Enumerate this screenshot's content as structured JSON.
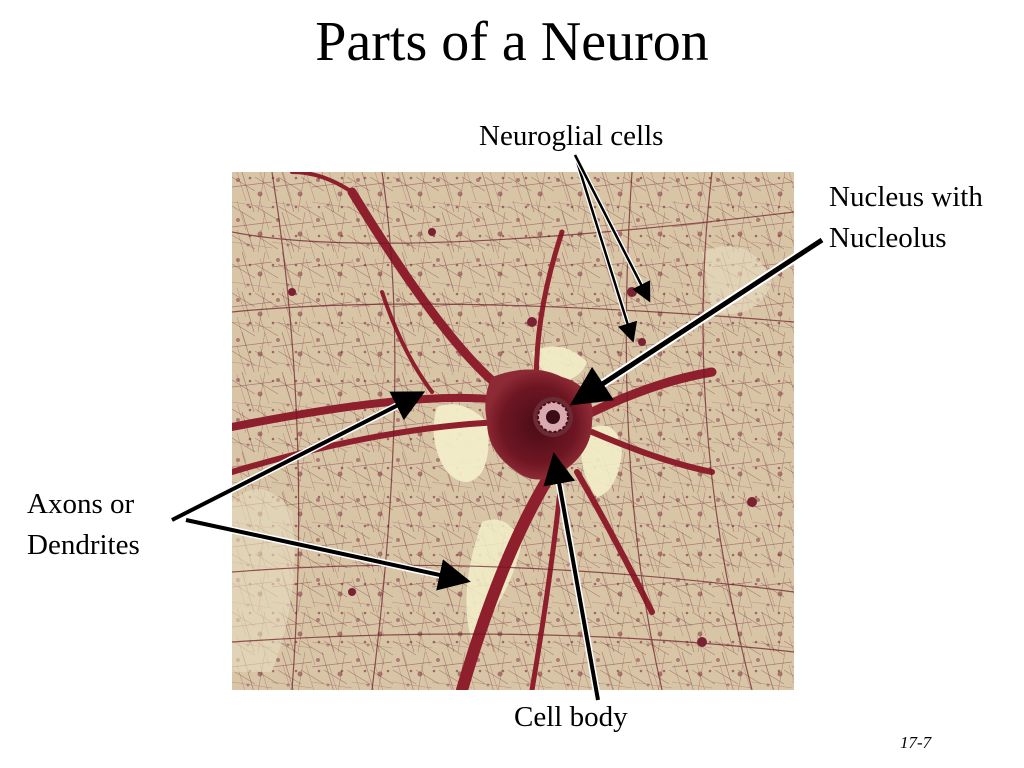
{
  "slide": {
    "title": "Parts of a Neuron",
    "page_number": "17-7"
  },
  "labels": {
    "neuroglial": "Neuroglial cells",
    "nucleus_line1": "Nucleus with",
    "nucleus_line2": "Nucleolus",
    "axons_line1": "Axons or",
    "axons_line2": "Dendrites",
    "cell_body": "Cell body"
  },
  "colors": {
    "stain": "#8e1f2c",
    "background_tissue": "#d9c7a8",
    "pale_region": "#f1ecc4",
    "fiber": "#5a1420"
  }
}
